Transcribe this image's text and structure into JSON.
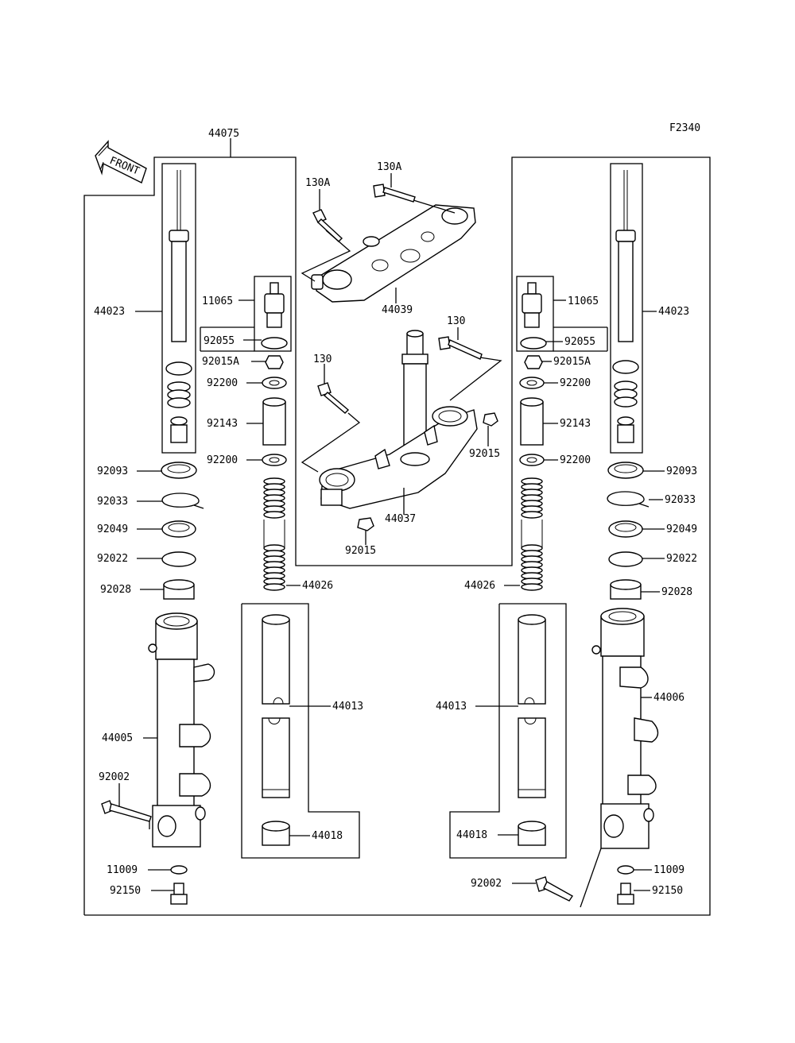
{
  "diagram": {
    "figure_code": "F2340",
    "front_label": "FRONT",
    "labels": {
      "l44075": "44075",
      "l44023_left": "44023",
      "l44023_right": "44023",
      "l11065_left": "11065",
      "l11065_right": "11065",
      "l92055_left": "92055",
      "l92055_right": "92055",
      "l92015A_left": "92015A",
      "l92015A_right": "92015A",
      "l92200_left_top": "92200",
      "l92200_right_top": "92200",
      "l92143_left": "92143",
      "l92143_right": "92143",
      "l92200_left_bot": "92200",
      "l92200_right_bot": "92200",
      "l92093_left": "92093",
      "l92093_right": "92093",
      "l92033_left": "92033",
      "l92033_right": "92033",
      "l92049_left": "92049",
      "l92049_right": "92049",
      "l92022_left": "92022",
      "l92022_right": "92022",
      "l92028_left": "92028",
      "l92028_right": "92028",
      "l44026_left": "44026",
      "l44026_right": "44026",
      "l44013_left": "44013",
      "l44013_right": "44013",
      "l44018_left": "44018",
      "l44018_right": "44018",
      "l44005": "44005",
      "l44006": "44006",
      "l92002_left": "92002",
      "l92002_right": "92002",
      "l11009_left": "11009",
      "l11009_right": "11009",
      "l92150_left": "92150",
      "l92150_right": "92150",
      "l130A_a": "130A",
      "l130A_b": "130A",
      "l44039": "44039",
      "l130_a": "130",
      "l130_b": "130",
      "l92015_a": "92015",
      "l92015_b": "92015",
      "l44037": "44037"
    }
  }
}
